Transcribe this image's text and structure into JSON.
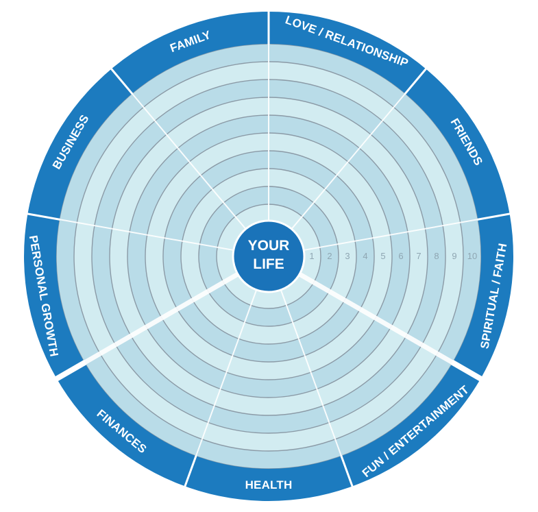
{
  "center": {
    "line1": "YOUR",
    "line2": "LIFE"
  },
  "segments": [
    {
      "id": "love-relationship",
      "label": "LOVE / RELATIONSHIP"
    },
    {
      "id": "friends",
      "label": "FRIENDS"
    },
    {
      "id": "spiritual-faith",
      "label": "SPIRITUAL / FAITH"
    },
    {
      "id": "fun-entertainment",
      "label": "FUN / ENTERTAINMENT"
    },
    {
      "id": "health",
      "label": "HEALTH"
    },
    {
      "id": "finances",
      "label": "FINANCES"
    },
    {
      "id": "personal-growth",
      "label": "PERSONAL GROWTH"
    },
    {
      "id": "business",
      "label": "BUSINESS"
    },
    {
      "id": "family",
      "label": "FAMILY"
    }
  ],
  "scale": [
    "1",
    "2",
    "3",
    "4",
    "5",
    "6",
    "7",
    "8",
    "9",
    "10"
  ],
  "colors": {
    "outer_band": "#1c7bbf",
    "center": "#1a73b9",
    "ring_light": "#d2ecf1",
    "ring_dark": "#b9dce8",
    "ring_line": "#8b9aa6",
    "spoke": "#ffffff"
  }
}
